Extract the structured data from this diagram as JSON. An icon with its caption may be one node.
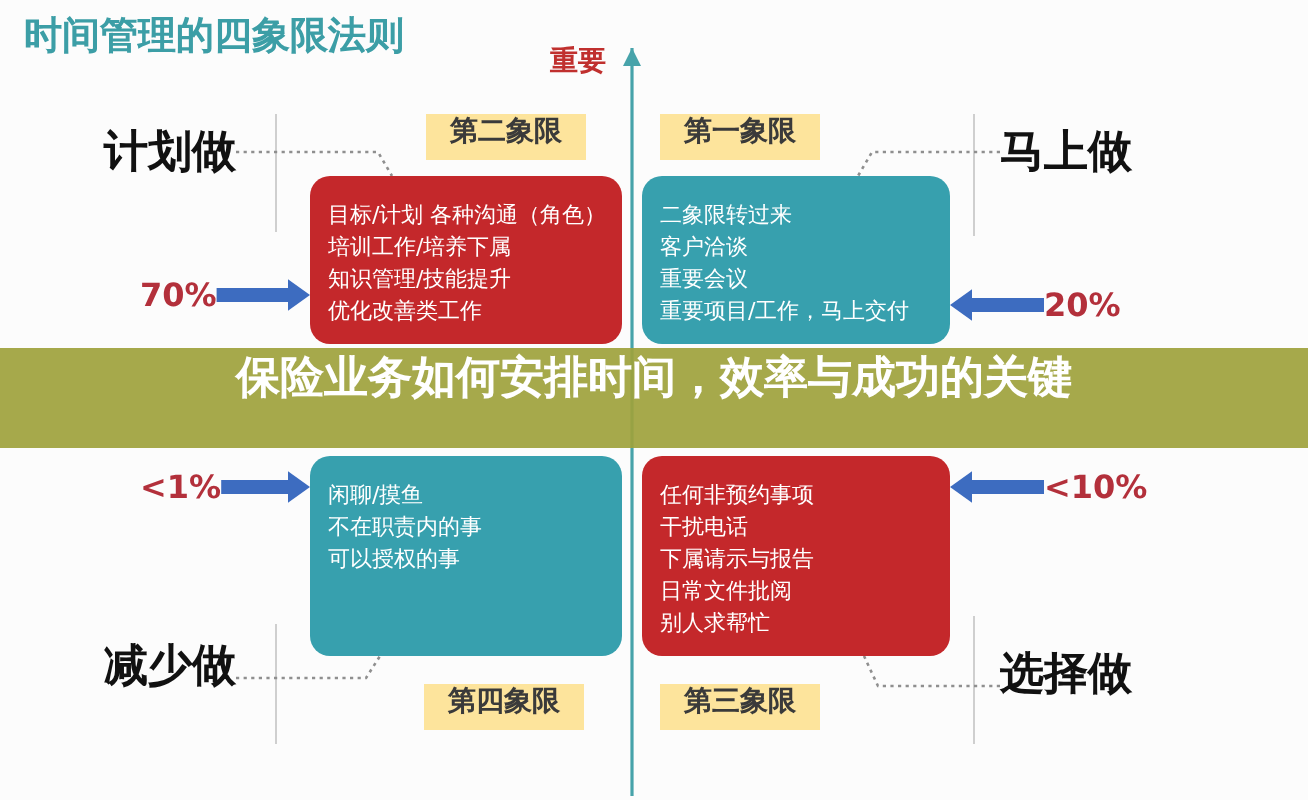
{
  "diagram": {
    "title": "时间管理的四象限法则",
    "caption": "保险业务如何安排时间，效率与成功的关键",
    "nodes": [
      {
        "text": [
          "计划做"
        ]
      },
      {
        "text": [
          "第二象限"
        ]
      },
      {
        "text": [
          "目标/计划 各种沟通（角色）",
          "培训工作/培养下属",
          "知识管理/技能提升",
          "优化改善类工作"
        ]
      },
      {
        "text": [
          "第一象限"
        ]
      },
      {
        "text": [
          "二象限转过来",
          "客户洽谈",
          "重要会议",
          "重要项目/工作，马上交付"
        ]
      },
      {
        "text": [
          "马上做"
        ]
      },
      {
        "text": [
          "70%"
        ]
      },
      {
        "text": [
          "20%"
        ]
      },
      {
        "text": [
          "<1%"
        ]
      },
      {
        "text": [
          "闲聊/摸鱼",
          "不在职责内的事",
          "可以授权的事"
        ]
      },
      {
        "text": [
          "任何非预约事项",
          "干扰电话",
          "下属请示与报告",
          "日常文件批阅",
          "别人求帮忙"
        ]
      },
      {
        "text": [
          "<10%"
        ]
      },
      {
        "text": [
          "减少做"
        ]
      },
      {
        "text": [
          "第四象限"
        ]
      },
      {
        "text": [
          "第三象限"
        ]
      },
      {
        "text": [
          "选择做"
        ]
      }
    ],
    "edges": [
      {
        "from": 0,
        "to": 2,
        "arrow": "none",
        "style": "dashed",
        "color": "#8f8f8f"
      },
      {
        "from": 6,
        "to": 2,
        "arrow": "to",
        "style": "thick",
        "color": "#3d6cc0"
      },
      {
        "from": 5,
        "to": 4,
        "arrow": "none",
        "style": "dashed",
        "color": "#8f8f8f"
      },
      {
        "from": 7,
        "to": 4,
        "arrow": "to",
        "style": "thick",
        "color": "#3d6cc0"
      },
      {
        "from": 8,
        "to": 9,
        "arrow": "to",
        "style": "thick",
        "color": "#3d6cc0"
      },
      {
        "from": 12,
        "to": 9,
        "arrow": "none",
        "style": "dashed",
        "color": "#8f8f8f"
      },
      {
        "from": 11,
        "to": 10,
        "arrow": "to",
        "style": "thick",
        "color": "#3d6cc0"
      },
      {
        "from": 15,
        "to": 10,
        "arrow": "none",
        "style": "dashed",
        "color": "#8f8f8f"
      }
    ],
    "labels": [
      "重要"
    ]
  }
}
